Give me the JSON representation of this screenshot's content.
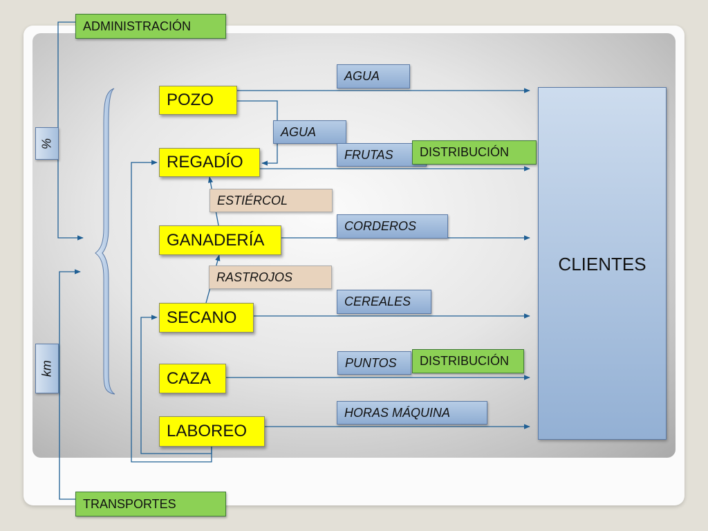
{
  "activities": {
    "pozo": "POZO",
    "regadio": "REGADÍO",
    "ganaderia": "GANADERÍA",
    "secano": "SECANO",
    "caza": "CAZA",
    "laboreo": "LABOREO"
  },
  "outputs": {
    "agua_top": "AGUA",
    "agua_mid": "AGUA",
    "frutas": "FRUTAS",
    "corderos": "CORDEROS",
    "cereales": "CEREALES",
    "puntos": "PUNTOS",
    "horas_maquina": "HORAS MÁQUINA"
  },
  "byproducts": {
    "estiercol": "ESTIÉRCOL",
    "rastrojos": "RASTROJOS"
  },
  "services": {
    "administracion": "ADMINISTRACIÓN",
    "transportes": "TRANSPORTES",
    "distribucion_1": "DISTRIBUCIÓN",
    "distribucion_2": "DISTRIBUCIÓN"
  },
  "units": {
    "percent": "%",
    "km": "km"
  },
  "clients": "CLIENTES",
  "colors": {
    "activity": "#ffff00",
    "output": "#9ab6d9",
    "byproduct": "#e8d3bd",
    "service": "#8cd155",
    "connector": "#1f5f94"
  }
}
